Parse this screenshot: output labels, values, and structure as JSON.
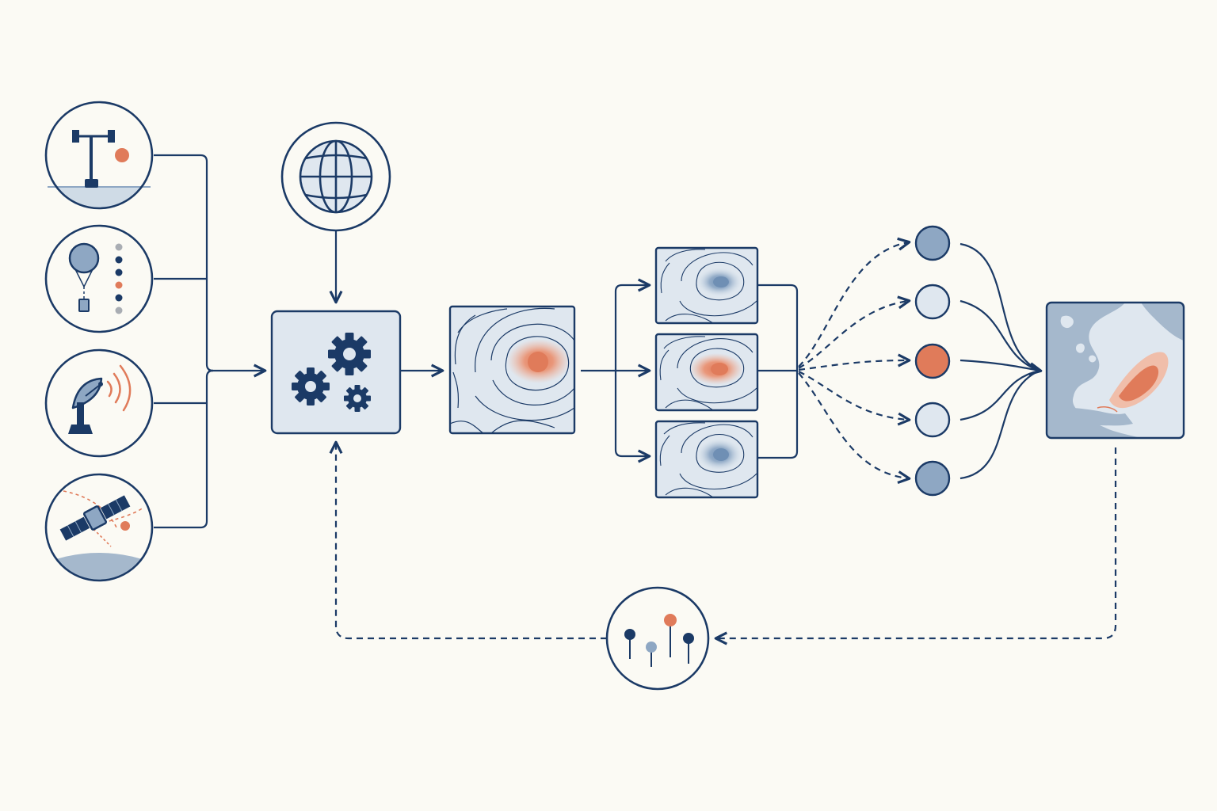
{
  "colors": {
    "background": "#fbfaf4",
    "navy": "#1b3a66",
    "light_blue": "#dfe7ef",
    "mid_blue": "#8ea7c3",
    "pale_blue": "#cfdbe6",
    "accent_orange": "#e07b5a",
    "light_orange": "#f2b9a2",
    "gray": "#a9adb3",
    "land": "#a5b8cc"
  },
  "nodes": {
    "observation_sources": [
      {
        "icon": "weather-station-icon"
      },
      {
        "icon": "weather-balloon-icon"
      },
      {
        "icon": "radar-dish-icon"
      },
      {
        "icon": "satellite-icon"
      }
    ],
    "global_model": {
      "icon": "globe-icon"
    },
    "assimilation": {
      "icon": "gears-icon"
    },
    "analysis_field": {
      "icon": "contour-map-icon",
      "highlight": "orange"
    },
    "ensemble_members": [
      {
        "icon": "contour-map-icon",
        "highlight": "blue"
      },
      {
        "icon": "contour-map-icon",
        "highlight": "orange"
      },
      {
        "icon": "contour-map-icon",
        "highlight": "blue"
      }
    ],
    "outcome_points": [
      {
        "level": "mid"
      },
      {
        "level": "light"
      },
      {
        "level": "accent"
      },
      {
        "level": "light"
      },
      {
        "level": "mid"
      }
    ],
    "forecast_map": {
      "icon": "storm-map-icon"
    },
    "verification": {
      "icon": "lollipop-scores-icon"
    }
  }
}
